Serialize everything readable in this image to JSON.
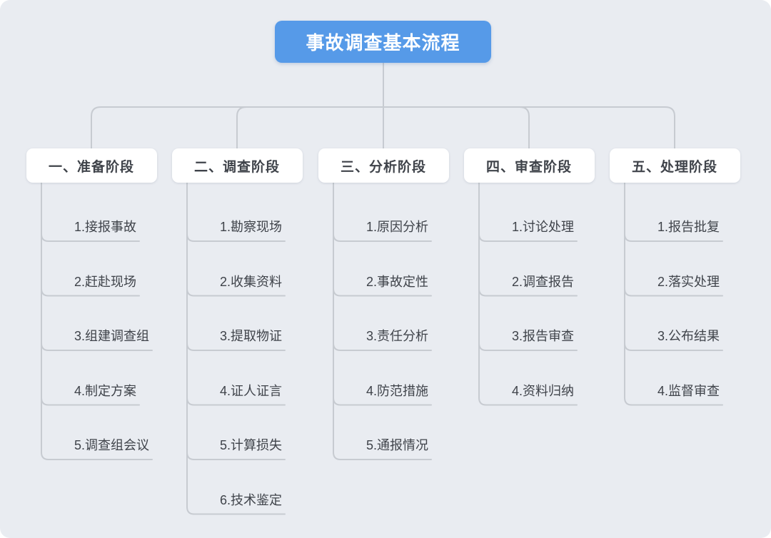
{
  "title": "事故调查基本流程",
  "colors": {
    "background": "#e9ecf1",
    "line": "#c7cbd1",
    "title_box": "#569ae8",
    "title_text": "#ffffff",
    "node_box": "#ffffff",
    "node_text": "#3f434a"
  },
  "stages": [
    {
      "label": "一、准备阶段",
      "items": [
        "1.接报事故",
        "2.赶赴现场",
        "3.组建调查组",
        "4.制定方案",
        "5.调查组会议"
      ]
    },
    {
      "label": "二、调查阶段",
      "items": [
        "1.勘察现场",
        "2.收集资料",
        "3.提取物证",
        "4.证人证言",
        "5.计算损失",
        "6.技术鉴定"
      ]
    },
    {
      "label": "三、分析阶段",
      "items": [
        "1.原因分析",
        "2.事故定性",
        "3.责任分析",
        "4.防范措施",
        "5.通报情况"
      ]
    },
    {
      "label": "四、审查阶段",
      "items": [
        "1.讨论处理",
        "2.调查报告",
        "3.报告审查",
        "4.资料归纳"
      ]
    },
    {
      "label": "五、处理阶段",
      "items": [
        "1.报告批复",
        "2.落实处理",
        "3.公布结果",
        "4.监督审查"
      ]
    }
  ]
}
